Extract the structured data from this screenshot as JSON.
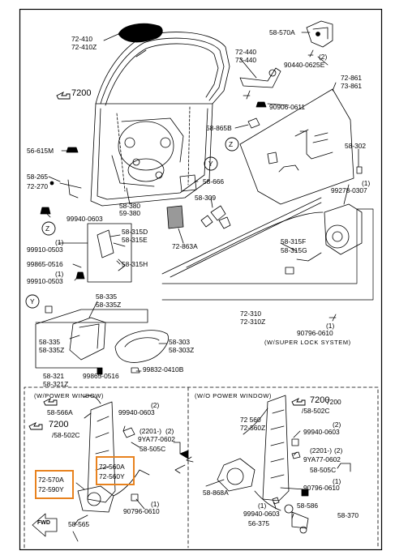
{
  "colors": {
    "ink": "#000000",
    "highlight": "#e8821e",
    "paper": "#ffffff"
  },
  "labels": {
    "l1": "72-410",
    "l2": "72-410Z",
    "l3": "7200",
    "l4": "58-570A",
    "l5": "72-440",
    "l6": "73-440",
    "l7": "(2)",
    "l8": "90440-0625E",
    "l9": "72-861",
    "l10": "73-861",
    "l11": "90906-0611",
    "l12": "58-865B",
    "l13": "56-615M",
    "l14": "58-302",
    "l15": "58-265",
    "l16": "72-270",
    "l17": "58-666",
    "l18": "(1)",
    "l19": "99278-0307",
    "l20": "58-309",
    "l21": "58-380",
    "l22": "59-380",
    "l23": "99940-0603",
    "l24": "(1)",
    "l25": "99910-0503",
    "l26": "58-315D",
    "l27": "58-315E",
    "l28": "72-863A",
    "l29": "58-315F",
    "l30": "58-315G",
    "l31": "99865-0516",
    "l32": "58-315H",
    "l33": "(1)",
    "l34": "99910-0503",
    "l35": "58-335",
    "l36": "58-335Z",
    "l37": "72-310",
    "l38": "72-310Z",
    "l39": "58-335",
    "l40": "58-335Z",
    "l41": "(1)",
    "l42": "90796-0610",
    "l43": "(W/SUPER LOCK SYSTEM)",
    "l44": "58-303",
    "l45": "58-303Z",
    "l46": "58-321",
    "l47": "58-321Z",
    "l48": "99865-0516",
    "l49": "99832-0410B",
    "l50": "(W/POWER WINDOW)",
    "l51": "(W/O POWER WINDOW)",
    "l52": "7200",
    "l53": "58-566A",
    "l54": "(2)",
    "l55": "99940-0603",
    "l56": "7200",
    "l57": "/58-502C",
    "l58": "(2201-)",
    "l59": "(2)",
    "l60": "9YA77-0602",
    "l61": "58-505C",
    "l62": "72-570A",
    "l63": "72-590Y",
    "l64": "72-560A",
    "l65": "72-560Y",
    "l66": "(1)",
    "l67": "90796-0610",
    "l68": "58-565",
    "l69": "7200",
    "l70": "/58-502C",
    "l71": "72 560",
    "l72": "72-560Z",
    "l73": "(2)",
    "l74": "99940-0603",
    "l75": "(2201-)",
    "l76": "(2)",
    "l77": "9YA77-0602",
    "l78": "58-505C",
    "l79": "58-868A",
    "l80": "(1)",
    "l81": "90796-0610",
    "l82": "(1)",
    "l83": "99940-0603",
    "l84": "58-586",
    "l85": "58-370",
    "l86": "56-375",
    "l87": "FWD",
    "c1": "Z",
    "c2": "Y",
    "c3": "Z",
    "c4": "Y"
  }
}
